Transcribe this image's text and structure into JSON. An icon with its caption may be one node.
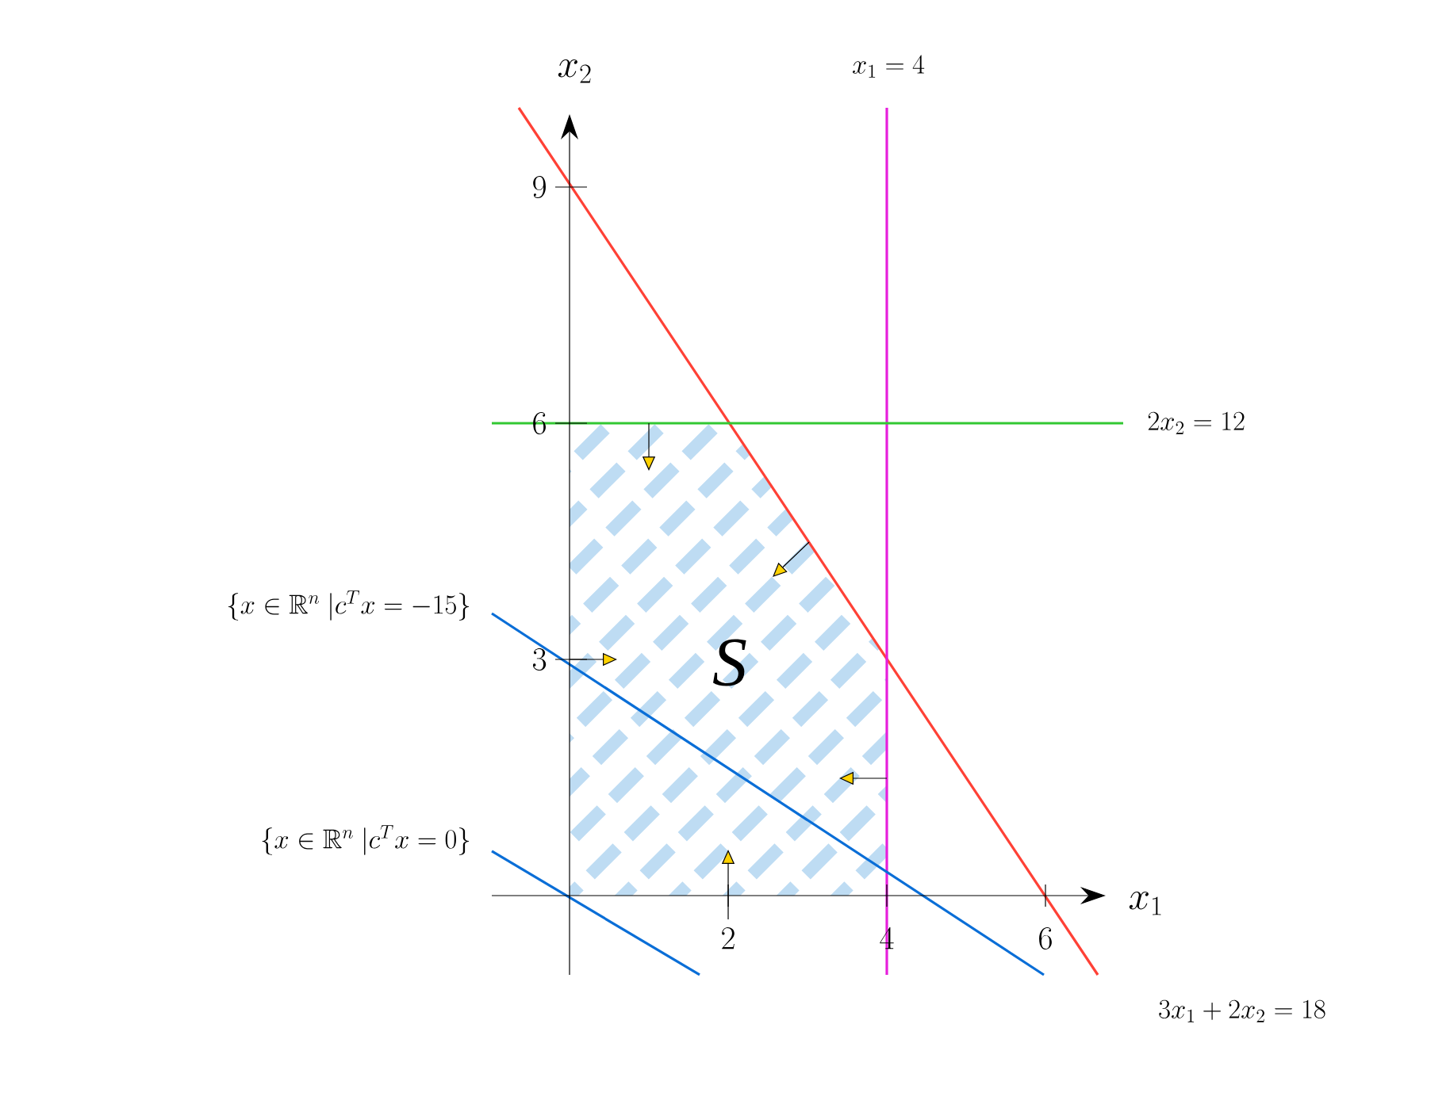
{
  "diagram": {
    "nodes": [
      {
        "text": [
          "S"
        ]
      }
    ],
    "labels": [
      "x_2",
      "x_1 = 4",
      "9",
      "6",
      "2x_2 = 12",
      "\\{x \\in \\mathbb{R}^n \\ |c^T x = -15\\}",
      "3",
      "\\{x \\in \\mathbb{R}^n \\ |c^T x = 0\\}",
      "x_1",
      "2",
      "4",
      "6",
      "3x_1 + 2x_2 = 18"
    ]
  }
}
